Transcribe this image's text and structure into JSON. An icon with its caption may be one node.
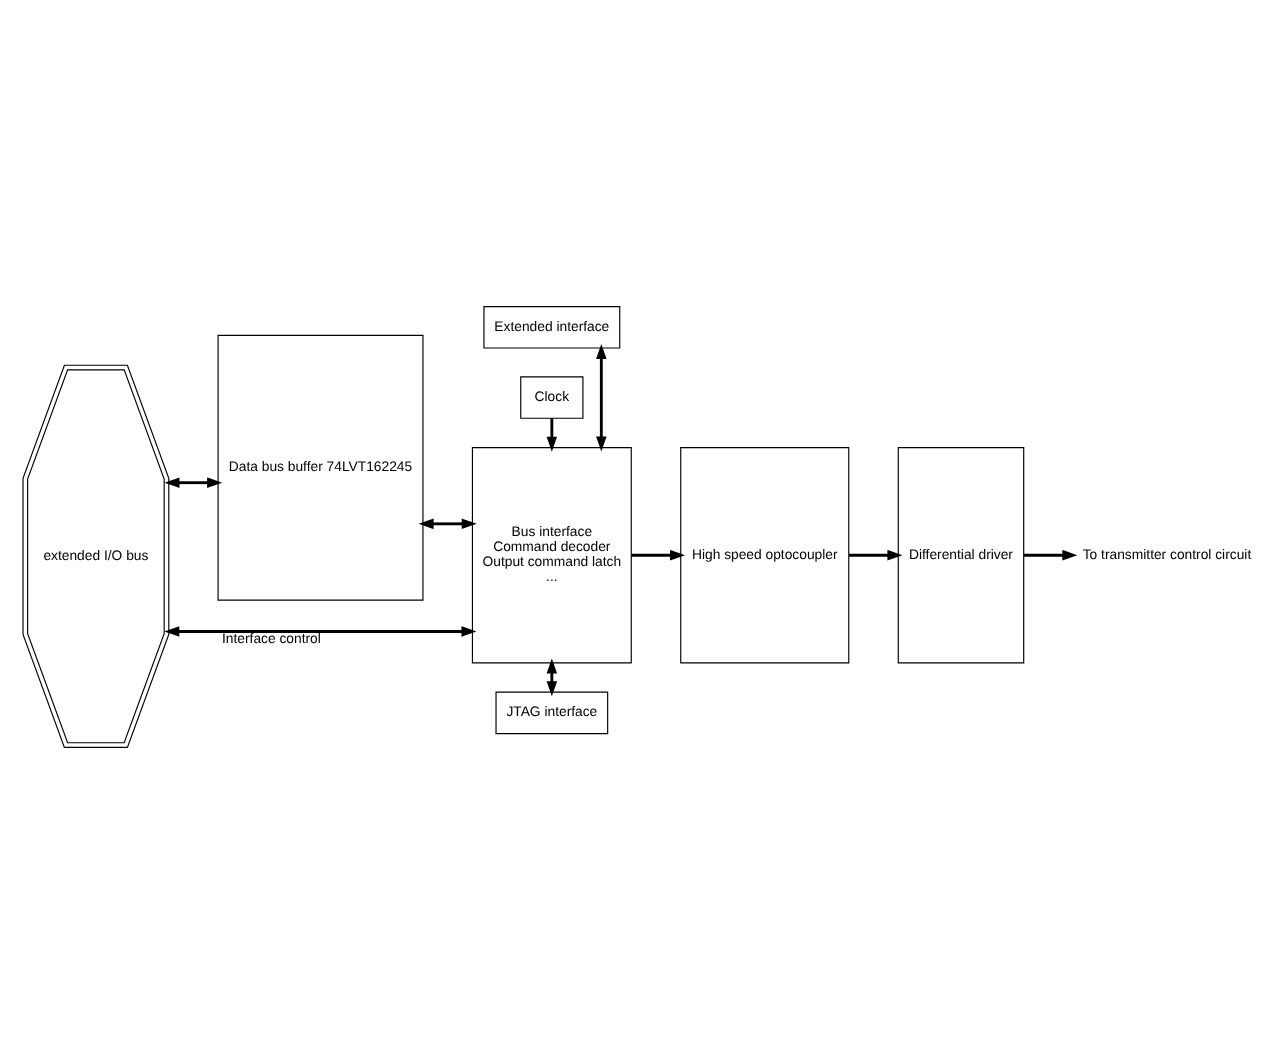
{
  "diagram": {
    "nodes": [
      {
        "text": [
          "extended I/O bus"
        ]
      },
      {
        "text": [
          "Data bus buffer 74LVT162245"
        ]
      },
      {
        "text": [
          "Extended interface"
        ]
      },
      {
        "text": [
          "Bus interface",
          "Command decoder",
          "Output command latch",
          "..."
        ]
      },
      {
        "text": [
          "High speed optocoupler"
        ]
      },
      {
        "text": [
          "Differential driver"
        ]
      },
      {
        "text": [
          "To transmitter control circuit"
        ]
      },
      {
        "text": [
          "JTAG interface"
        ]
      },
      {
        "text": [
          "Clock"
        ]
      }
    ],
    "edges": [
      {
        "from": 0,
        "to": 1,
        "arrow": "both"
      },
      {
        "from": 1,
        "to": 3,
        "arrow": "both"
      },
      {
        "from": 0,
        "to": 3,
        "arrow": "both",
        "label": "Interface control"
      },
      {
        "from": 2,
        "to": 3,
        "arrow": "both"
      },
      {
        "from": 3,
        "to": 4,
        "arrow": "to"
      },
      {
        "from": 4,
        "to": 5,
        "arrow": "to"
      },
      {
        "from": 5,
        "to": 6,
        "arrow": "to"
      },
      {
        "from": 3,
        "to": 7,
        "arrow": "both"
      },
      {
        "from": 8,
        "to": 3,
        "arrow": "to"
      }
    ]
  }
}
